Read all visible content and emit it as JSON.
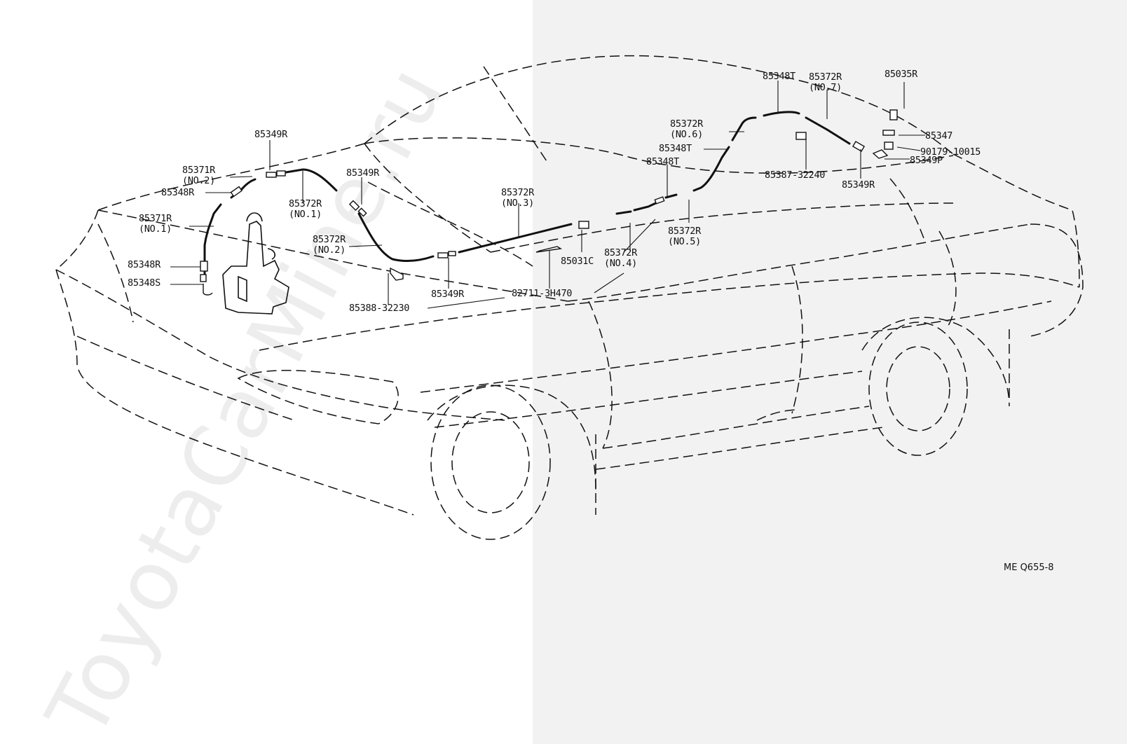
{
  "watermark": "ToyotaCarMine.ru",
  "diagram_code": "ME Q655-8",
  "labels": {
    "l85349R_top": "85349R",
    "l85371R_no2": "85371R",
    "l85371R_no2_sub": "(NO.2)",
    "l85348R_a": "85348R",
    "l85371R_no1": "85371R",
    "l85371R_no1_sub": "(NO.1)",
    "l85348R_b": "85348R",
    "l85348S": "85348S",
    "l85372R_no1": "85372R",
    "l85372R_no1_sub": "(NO.1)",
    "l85349R_mid": "85349R",
    "l85372R_no2": "85372R",
    "l85372R_no2_sub": "(NO.2)",
    "l85388": "85388-32230",
    "l85349R_low": "85349R",
    "l85372R_no3": "85372R",
    "l85372R_no3_sub": "(NO.3)",
    "l85031C": "85031C",
    "l82711": "82711-3H470",
    "l85372R_no4": "85372R",
    "l85372R_no4_sub": "(NO.4)",
    "l85372R_no5": "85372R",
    "l85372R_no5_sub": "(NO.5)",
    "l85348T_a": "85348T",
    "l85348T_b": "85348T",
    "l85372R_no6": "85372R",
    "l85372R_no6_sub": "(NO.6)",
    "l85348T_top": "85348T",
    "l85372R_no7": "85372R",
    "l85372R_no7_sub": "(NO.7)",
    "l85035R": "85035R",
    "l85347": "85347",
    "l90179": "90179-10015",
    "l85349P": "85349P",
    "l85387": "85387-32240",
    "l85349R_right": "85349R"
  }
}
